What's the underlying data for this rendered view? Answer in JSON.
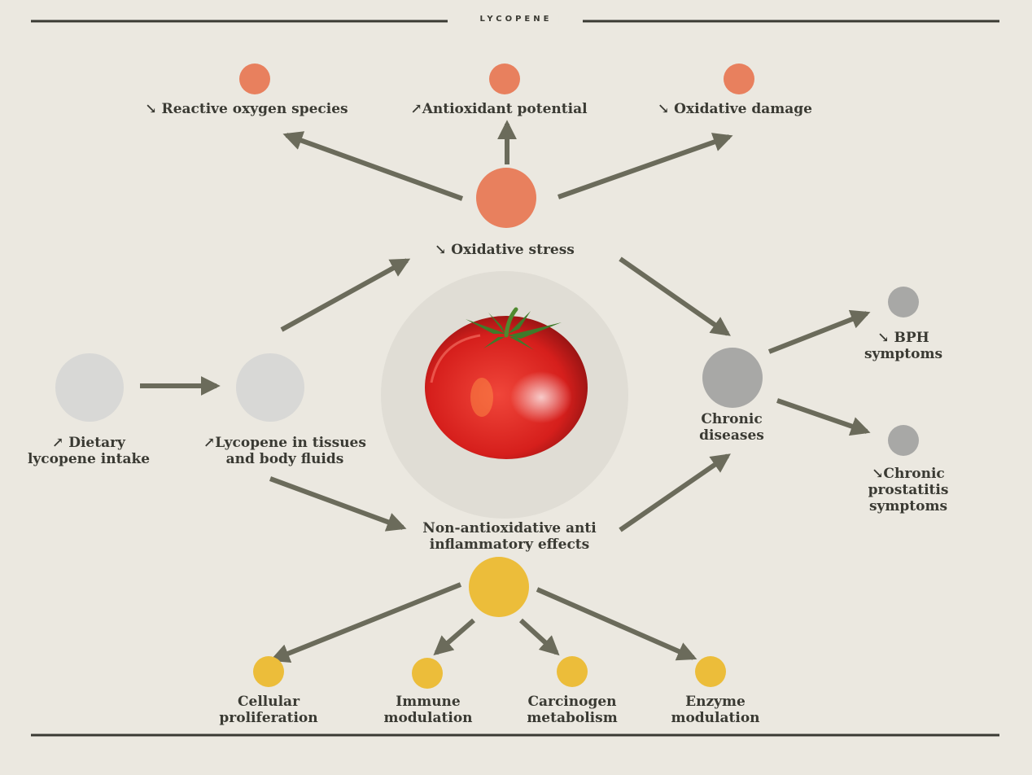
{
  "title": "LYCOPENE",
  "colors": {
    "background": "#ebe8e0",
    "arrow": "#6b6b5b",
    "oxidative": "#e8805e",
    "intake": "#d8d8d6",
    "chronic": "#a8a8a6",
    "anti_inflammatory": "#ecbd3a",
    "tomato": "#d9241f"
  },
  "nodes": {
    "reactive_oxygen": "↘ Reactive oxygen species",
    "antioxidant": "↗Antioxidant potential",
    "oxidative_damage": "↘ Oxidative damage",
    "oxidative_stress": "↘ Oxidative stress",
    "dietary": "↗ Dietary\nlycopene intake",
    "lycopene_tissues": "↗Lycopene in tissues\nand body fluids",
    "non_antioxidative": "Non-antioxidative anti\ninflammatory effects",
    "chronic_diseases": "Chronic\ndiseases",
    "bph": "↘ BPH\nsymptoms",
    "prostatitis": "↘Chronic\nprostatitis\nsymptoms",
    "cellular": "Cellular\nproliferation",
    "immune": "Immune\nmodulation",
    "carcinogen": "Carcinogen\nmetabolism",
    "enzyme": "Enzyme\nmodulation"
  },
  "icons": {
    "tomato": "tomato-icon"
  }
}
